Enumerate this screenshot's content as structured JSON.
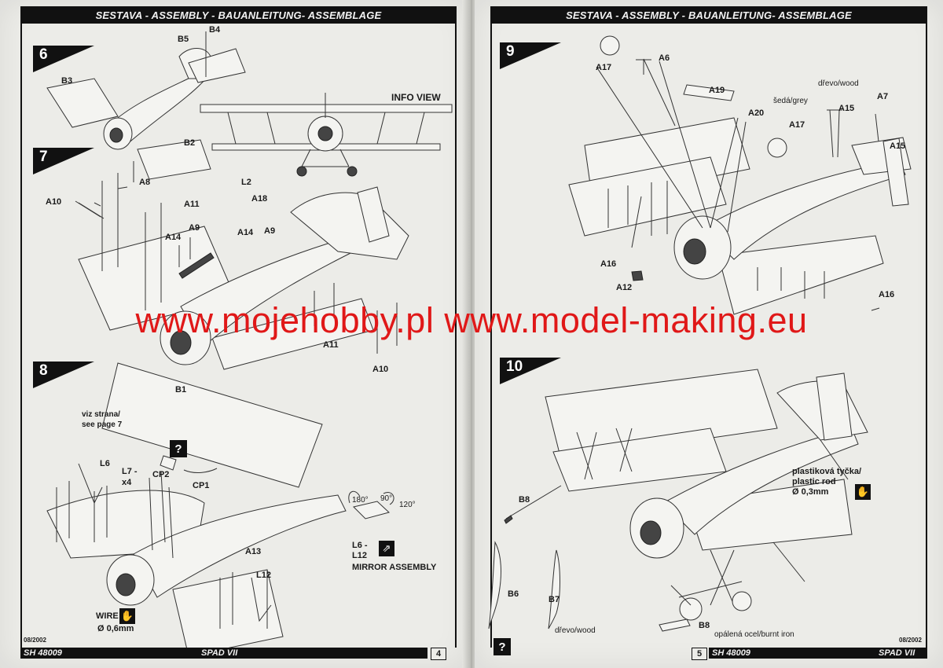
{
  "left_page": {
    "header": "SESTAVA - ASSEMBLY - BAUANLEITUNG- ASSEMBLAGE",
    "steps": [
      "6",
      "7",
      "8"
    ],
    "info_view": "INFO VIEW",
    "labels": {
      "b4": "B4",
      "b5": "B5",
      "b3": "B3",
      "b2": "B2",
      "b1": "B1",
      "a8": "A8",
      "a10": "A10",
      "a11": "A11",
      "l2": "L2",
      "a18": "A18",
      "a9a": "A9",
      "a9b": "A9",
      "a14a": "A14",
      "a14b": "A14",
      "a11b": "A11",
      "a10b": "A10",
      "l6": "L6",
      "l7": "L7 -",
      "x4": "x4",
      "cp2": "CP2",
      "cp1": "CP1",
      "a13": "A13",
      "l12": "L12"
    },
    "notes": {
      "viz_strana": "viz strana/",
      "see_page": "see page 7",
      "mirror_l6": "L6 -",
      "mirror_l12": "L12",
      "mirror_assembly": "MIRROR ASSEMBLY",
      "wire": "WIRE",
      "wire_dia": "Ø 0,6mm",
      "angle_180": "180°",
      "angle_90": "90°",
      "angle_120": "120°"
    },
    "help_glyph": "?",
    "date": "08/2002",
    "footer_code": "SH 48009",
    "footer_model": "SPAD VII",
    "page_number": "4"
  },
  "right_page": {
    "header": "SESTAVA - ASSEMBLY - BAUANLEITUNG- ASSEMBLAGE",
    "steps": [
      "9",
      "10"
    ],
    "labels": {
      "a17a": "A17",
      "a6": "A6",
      "a19": "A19",
      "a20": "A20",
      "a17b": "A17",
      "a15a": "A15",
      "a15b": "A15",
      "a7": "A7",
      "a16a": "A16",
      "a12": "A12",
      "a16b": "A16",
      "b8a": "B8",
      "b6": "B6",
      "b7": "B7",
      "b8b": "B8"
    },
    "notes": {
      "drevo_wood_top": "dřevo/wood",
      "seda_grey": "šedá/grey",
      "plastic_rod_cz": "plastiková tyčka/",
      "plastic_rod_en": "plastic rod",
      "plastic_rod_dia": "Ø 0,3mm",
      "drevo_wood_bottom": "dřevo/wood",
      "burnt_iron": "opálená ocel/burnt iron"
    },
    "help_glyph": "?",
    "date": "08/2002",
    "footer_code": "SH 48009",
    "footer_model": "SPAD VII",
    "page_number": "5"
  },
  "watermark": "www.mojehobby.pl www.model-making.eu",
  "colors": {
    "watermark": "#e01818",
    "ink": "#111111",
    "paper": "#ecece8"
  },
  "icons": {
    "hand": "hand-icon",
    "mirror": "mirror-icon",
    "help": "question-icon"
  }
}
